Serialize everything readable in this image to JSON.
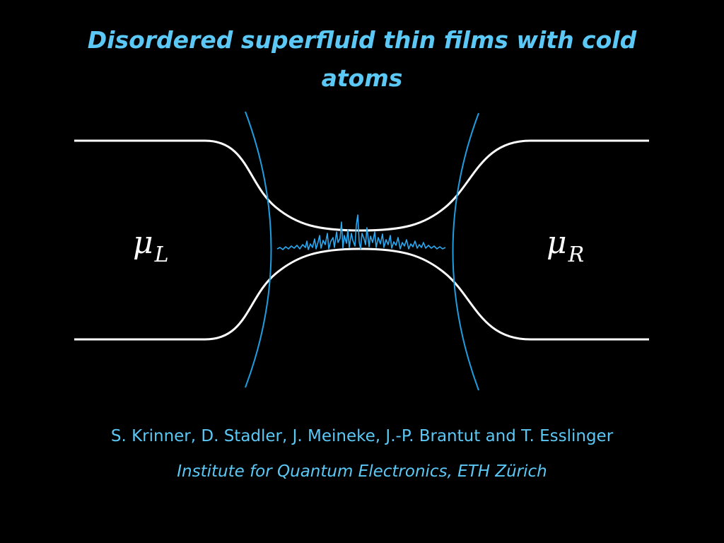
{
  "slide": {
    "title": "Disordered superfluid thin films with cold atoms",
    "mu_left": {
      "symbol": "μ",
      "subscript": "L"
    },
    "mu_right": {
      "symbol": "μ",
      "subscript": "R"
    },
    "authors": "S. Krinner, D. Stadler, J. Meineke, J.-P. Brantut and T. Esslinger",
    "institute": "Institute for Quantum Electronics, ETH Zürich"
  },
  "colors": {
    "background": "#000000",
    "accent": "#5bc8f5",
    "channel_outline": "#ffffff",
    "beam": "#1e9ee0",
    "disorder_trace": "#2aa8f0"
  },
  "icons": {
    "channel": "channel-outline-shape",
    "beams": "light-sheet-beam-lines",
    "disorder": "disorder-potential-trace"
  }
}
